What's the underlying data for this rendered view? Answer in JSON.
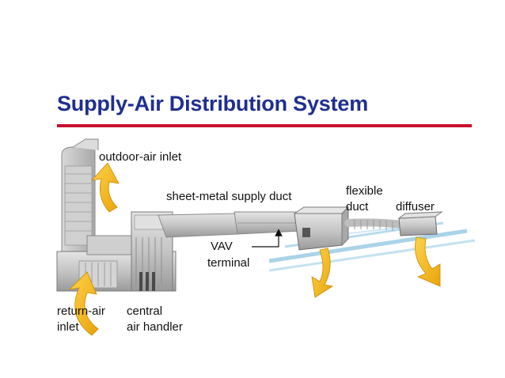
{
  "title": "Supply-Air Distribution System",
  "colors": {
    "title": "#1f2f8f",
    "rule": "#c8102e",
    "arrow": "#f2b517",
    "duct": "#b8b8b8",
    "pipe": "#a9d3e8"
  },
  "labels": {
    "outdoor_air_inlet": "outdoor-air inlet",
    "supply_duct": "sheet-metal supply duct",
    "flexible_duct_line1": "flexible",
    "flexible_duct_line2": "duct",
    "diffuser": "diffuser",
    "vav_line1": "VAV",
    "vav_line2": "terminal",
    "return_air_line1": "return-air",
    "return_air_line2": "inlet",
    "air_handler_line1": "central",
    "air_handler_line2": "air handler"
  }
}
